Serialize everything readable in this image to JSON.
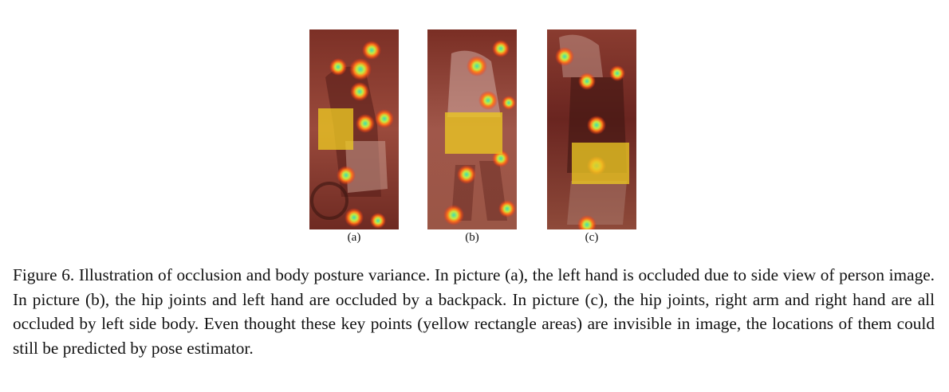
{
  "figure": {
    "panels": [
      {
        "label": "(a)"
      },
      {
        "label": "(b)"
      },
      {
        "label": "(c)"
      }
    ],
    "caption": "Figure 6. Illustration of occlusion and body posture variance. In picture (a), the left hand is occluded due to side view of person image. In picture (b), the hip joints and left hand are occluded by a backpack. In picture (c), the hip joints, right arm and right hand are all occluded by left side body. Even thought these key points (yellow rectangle areas) are invisible in image, the locations of them could still be predicted by pose estimator."
  },
  "colors": {
    "heatmap_base": "#8a3a2e",
    "keypoint_hot": "#ff3b1a",
    "keypoint_core": "#3ee0b0",
    "occlusion_box": "#e8c21f"
  }
}
